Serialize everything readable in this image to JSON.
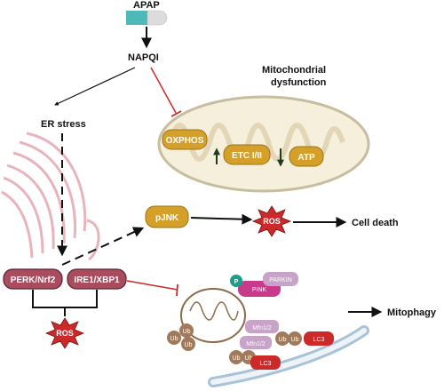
{
  "drug": "APAP",
  "metabolite": "NAPQI",
  "mito_title_line1": "Mitochondrial",
  "mito_title_line2": "dysfunction",
  "er_stress": "ER stress",
  "oxphos": "OXPHOS",
  "etc": "ETC I/II",
  "atp": "ATP",
  "pjnk": "pJNK",
  "ros": "ROS",
  "cell_death": "Cell death",
  "perk": "PERK/Nrf2",
  "ire1": "IRE1/XBP1",
  "phospho": "P",
  "pink": "PINK",
  "parkin": "PARKIN",
  "mfn1": "Mfn1/2",
  "mfn2": "Mfn1/2",
  "ub": "Ub",
  "lc3": "LC3",
  "mitophagy": "Mitophagy",
  "colors": {
    "gold": "#d4a02a",
    "maroon": "#a84c5e",
    "red": "#cc2a2a",
    "teal": "#4fb9b9",
    "pink_er": "#e8b4bc",
    "brown_ub": "#a07a5a"
  }
}
